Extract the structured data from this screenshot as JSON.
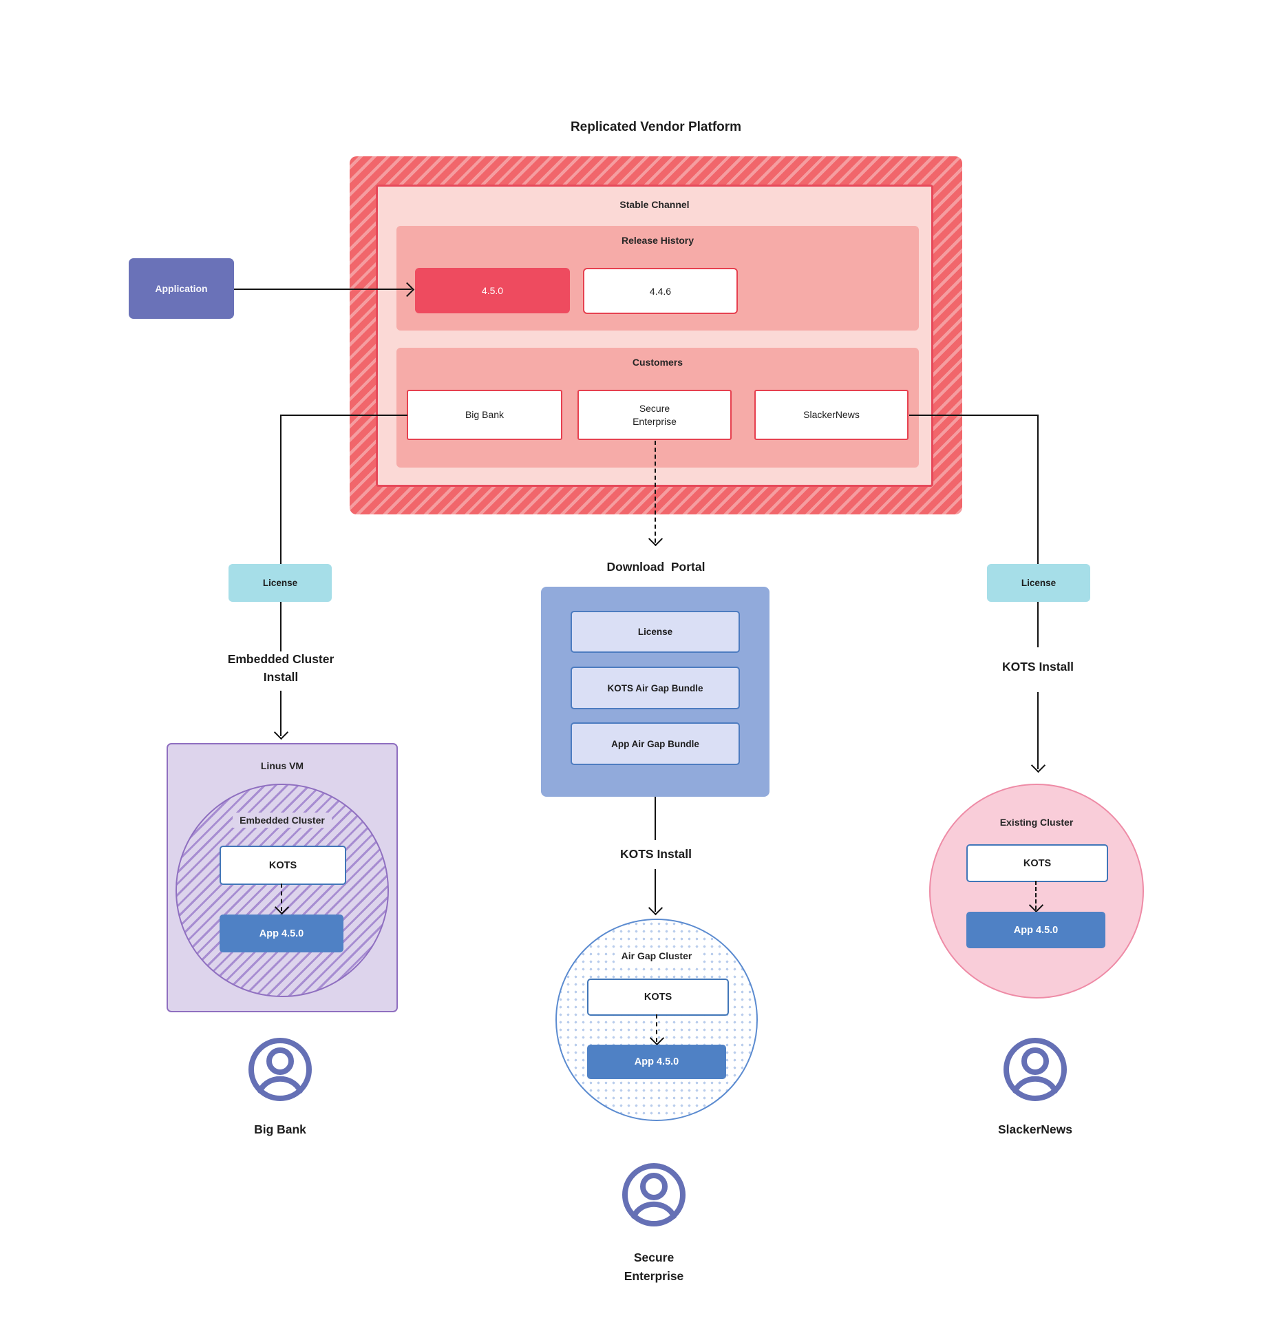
{
  "title": "Replicated Vendor Platform",
  "colors": {
    "hatch_red": "#f1666b",
    "hatch_red_stripe": "#f59da0",
    "stable_bg": "#fbd9d6",
    "stable_border": "#e6495a",
    "salmon_bg": "#f6aba8",
    "release_highlight_bg": "#ee4b5f",
    "white_box_border": "#e6404f",
    "application_purple": "#6a72b8",
    "license_teal": "#a6dee8",
    "portal_blue": "#91aadb",
    "bundle_bg": "#dadff5",
    "bundle_border": "#4d7cc0",
    "app_blue": "#4f81c5",
    "kots_border": "#4176b8",
    "vm_bg": "#ddd4ec",
    "vm_border": "#8f6fc0",
    "existing_cluster_bg": "#f9cdd9",
    "existing_cluster_border": "#ee8ba6",
    "airgap_border": "#5b8bd0",
    "airgap_dot": "#b9cdec",
    "user_icon": "#6570b5"
  },
  "platform": {
    "stable_channel_label": "Stable Channel",
    "release_history_label": "Release History",
    "releases": [
      {
        "version": "4.5.0"
      },
      {
        "version": "4.4.6"
      }
    ],
    "customers_label": "Customers",
    "customers": [
      {
        "name": "Big Bank"
      },
      {
        "name": "Secure Enterprise"
      },
      {
        "name": "SlackerNews"
      }
    ]
  },
  "application_label": "Application",
  "left_flow": {
    "license_label": "License",
    "install_label": "Embedded Cluster Install",
    "vm_label": "Linus VM",
    "cluster_label": "Embedded Cluster",
    "kots_label": "KOTS",
    "app_label": "App 4.5.0",
    "user_label": "Big Bank"
  },
  "center_flow": {
    "portal_label": "Download  Portal",
    "bundles": [
      {
        "label": "License"
      },
      {
        "label": "KOTS Air Gap Bundle"
      },
      {
        "label": "App Air Gap Bundle"
      }
    ],
    "install_label": "KOTS Install",
    "cluster_label": "Air Gap Cluster",
    "kots_label": "KOTS",
    "app_label": "App 4.5.0",
    "user_label": "Secure Enterprise"
  },
  "right_flow": {
    "license_label": "License",
    "install_label": "KOTS Install",
    "cluster_label": "Existing Cluster",
    "kots_label": "KOTS",
    "app_label": "App 4.5.0",
    "user_label": "SlackerNews"
  }
}
